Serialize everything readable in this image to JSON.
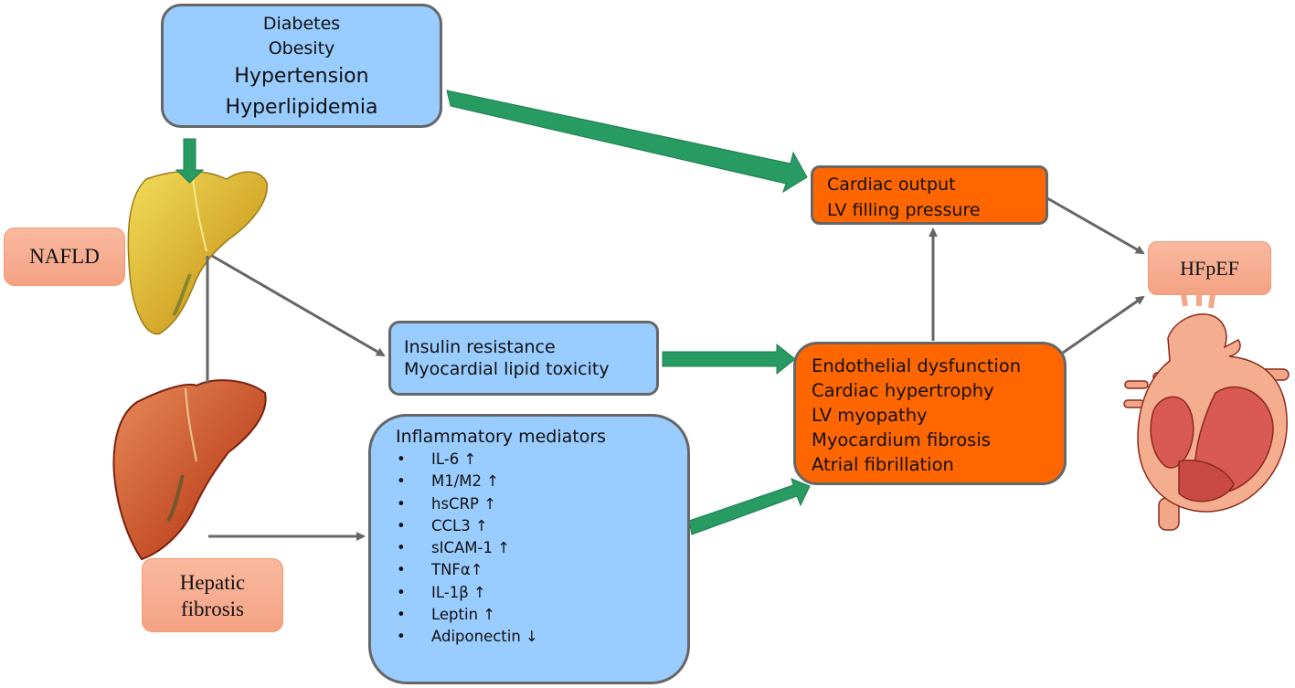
{
  "diagram": {
    "risk_factors": {
      "items": [
        "Diabetes",
        "Obesity",
        "Hypertension",
        "Hyperlipidemia"
      ]
    },
    "nafld_label": "NAFLD",
    "hepatic_fibrosis_label": [
      "Hepatic",
      "fibrosis"
    ],
    "insulin_box": {
      "items": [
        "Insulin resistance",
        "Myocardial lipid toxicity"
      ]
    },
    "inflammatory_box": {
      "title": "Inflammatory mediators",
      "items": [
        "IL-6 ↑",
        "M1/M2 ↑",
        "hsCRP ↑",
        "CCL3  ↑",
        "sICAM-1  ↑",
        "TNFα↑",
        "IL-1β ↑",
        "Leptin ↑",
        "Adiponectin ↓"
      ]
    },
    "cardiac_output_box": {
      "items": [
        "Cardiac output",
        "LV filling pressure"
      ]
    },
    "cardiac_effects_box": {
      "items": [
        "Endothelial dysfunction",
        "Cardiac hypertrophy",
        "LV myopathy",
        "Myocardium fibrosis",
        "Atrial fibrillation"
      ]
    },
    "hfpef_label": "HFpEF",
    "icons": {
      "fatty_liver": "fatty-liver-illustration",
      "fibrotic_liver": "fibrotic-liver-illustration",
      "heart": "heart-anatomy-illustration"
    },
    "colors": {
      "blue_box": "#99ccff",
      "orange_box": "#ff6600",
      "salmon_label": "#f4a283",
      "green_arrow": "#279b62",
      "gray_arrow": "#666666",
      "box_border": "#666666"
    }
  }
}
